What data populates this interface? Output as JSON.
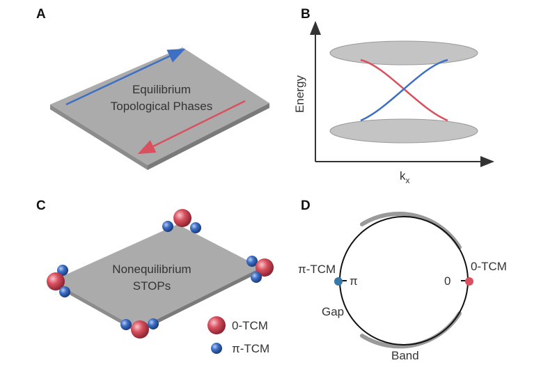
{
  "panels": {
    "a": {
      "label": "A",
      "text_line1": "Equilibrium",
      "text_line2": "Topological Phases"
    },
    "b": {
      "label": "B",
      "ylabel": "Energy",
      "xlabel_main": "k",
      "xlabel_sub": "x"
    },
    "c": {
      "label": "C",
      "text_line1": "Nonequilibrium",
      "text_line2": "STOPs",
      "legend": [
        {
          "label": "0-TCM",
          "color": "#d9505f"
        },
        {
          "label": "π-TCM",
          "color": "#3d6fc4"
        }
      ]
    },
    "d": {
      "label": "D",
      "pi_tcm_label": "π-TCM",
      "pi_label": "π",
      "zero_tcm_label": "0-TCM",
      "zero_label": "0",
      "gap_label": "Gap",
      "band_label": "Band"
    }
  },
  "colors": {
    "red": "#d9505f",
    "blue": "#3d6fc4",
    "plane": "#a9a9a9",
    "band": "#c4c4c4",
    "marker_blue": "#3a78a8",
    "marker_red": "#d9505f"
  }
}
